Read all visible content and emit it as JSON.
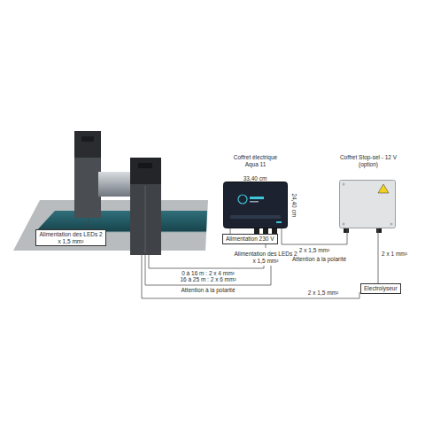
{
  "diagram": {
    "nodes": [
      {
        "text": [
          "Alimentation des LEDs 2 x 1,5 mm²"
        ]
      },
      {
        "text": [
          "Coffret électrique Aqua 11"
        ]
      },
      {
        "text": [
          "Coffret Stop-sel - 12 V (option)"
        ]
      },
      {
        "text": [
          "Alimentation 230 V"
        ]
      },
      {
        "text": [
          "Electrolyseur"
        ]
      }
    ],
    "edges": [
      {
        "from": 1,
        "to": 3,
        "arrow": "none"
      },
      {
        "from": 1,
        "to": 2,
        "arrow": "none",
        "label": "2 x 1,5 mm²"
      },
      {
        "from": 2,
        "to": 4,
        "arrow": "none",
        "label": "2 x 1 mm²"
      }
    ],
    "labels": [
      "33,40 cm",
      "24,40 cm",
      "Alimentation des LEDs 2 x 1,5 mm²",
      "Attention à la polarité",
      "0 à 16 m : 2 x 4 mm²",
      "16 à 25 m : 2 x 6 mm²",
      "Attention à la polarité",
      "2 x 1,5 mm²"
    ]
  }
}
